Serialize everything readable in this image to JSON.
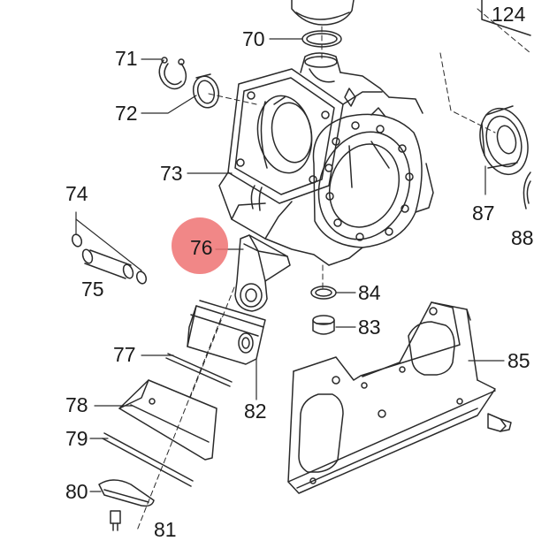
{
  "diagram": {
    "labels": {
      "l70": "70",
      "l71": "71",
      "l72": "72",
      "l73": "73",
      "l74": "74",
      "l75": "75",
      "l76": "76",
      "l77": "77",
      "l78": "78",
      "l79": "79",
      "l80": "80",
      "l81": "81",
      "l82": "82",
      "l83": "83",
      "l84": "84",
      "l85": "85",
      "l87": "87",
      "l88": "88",
      "l124": "124"
    },
    "highlight": {
      "part": "76",
      "color": "#f08080"
    },
    "colors": {
      "line": "#2a2a2a",
      "label": "#1a1a1a",
      "highlight": "#ef7272"
    }
  }
}
